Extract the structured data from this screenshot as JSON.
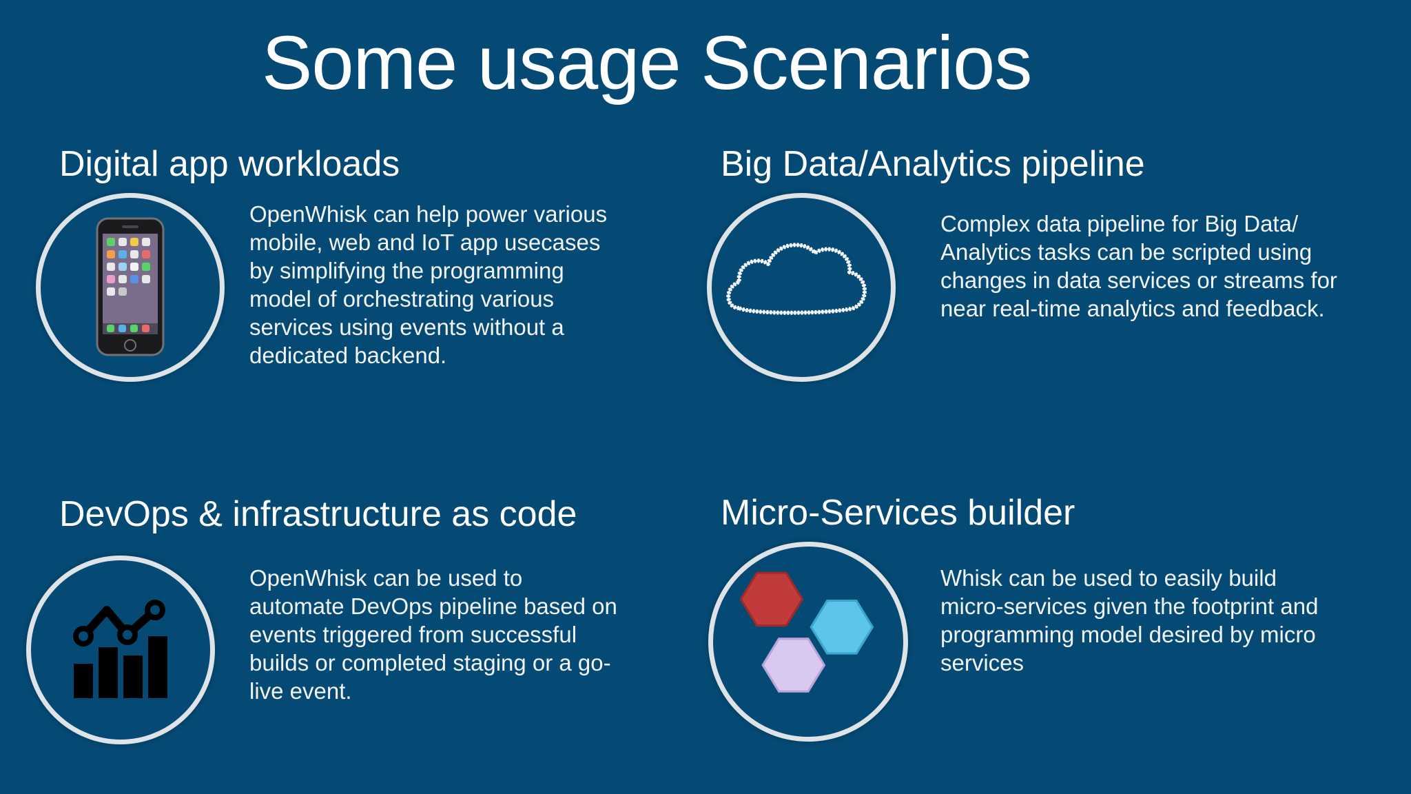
{
  "slide": {
    "title": "Some usage Scenarios"
  },
  "scenarios": [
    {
      "heading": "Digital app workloads",
      "body": "OpenWhisk can help power various mobile, web and IoT app usecases by simplifying the programming model of orchestrating various services using events without a dedicated backend.",
      "icon": "smartphone-icon"
    },
    {
      "heading": "Big Data/Analytics pipeline",
      "body": "Complex data pipeline for Big Data/ Analytics tasks can be scripted using changes in data services or streams for near real-time analytics and feedback.",
      "icon": "cloud-icon"
    },
    {
      "heading": "DevOps & infrastructure as code",
      "body": "OpenWhisk can be used to automate DevOps pipeline based on events triggered from successful builds or completed staging or a go-live event.",
      "icon": "chart-trend-icon"
    },
    {
      "heading": "Micro-Services builder",
      "body": "Whisk can be used to easily build micro-services given the footprint and programming model desired by micro services",
      "icon": "hexagons-icon"
    }
  ],
  "colors": {
    "background": "#044a74",
    "circle_border": "#dde3e6",
    "hex_red": "#c23b3b",
    "hex_blue": "#5cc6ea",
    "hex_lilac": "#d9c9f0"
  }
}
